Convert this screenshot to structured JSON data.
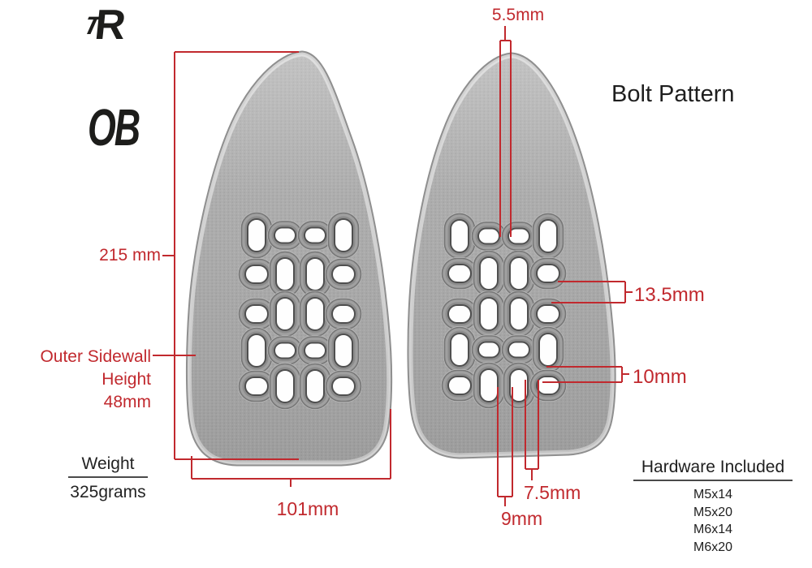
{
  "brand": {
    "logo_t": "T",
    "logo_r": "R",
    "model": "OB"
  },
  "title": "Bolt Pattern",
  "dimensions": {
    "pad_height": "215 mm",
    "pad_width": "101mm",
    "tip_offset": "5.5mm",
    "sidewall": {
      "line1": "Outer Sidewall",
      "line2": "Height",
      "line3": "48mm"
    },
    "slot_gap_upper": "13.5mm",
    "slot_gap_lower": "10mm",
    "bottom_gap_inner": "7.5mm",
    "bottom_gap_outer": "9mm"
  },
  "weight": {
    "label": "Weight",
    "value": "325grams"
  },
  "hardware": {
    "title": "Hardware Included",
    "items": [
      "M5x14",
      "M5x20",
      "M6x14",
      "M6x20"
    ]
  },
  "colors": {
    "dimension_red": "#c1292e",
    "pad_gray": "#a9a9a9",
    "text_black": "#232323"
  }
}
